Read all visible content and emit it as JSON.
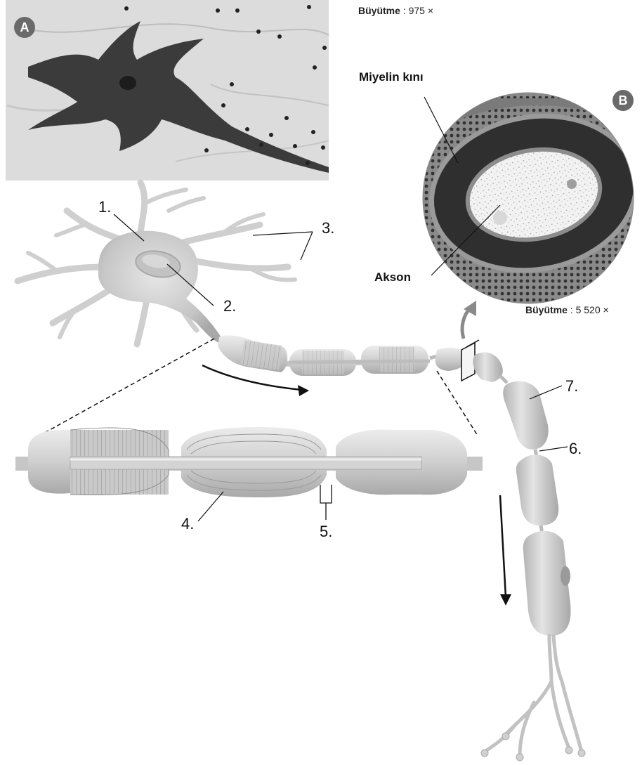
{
  "panel_a": {
    "badge": "A",
    "magnification_label": "Büyütme",
    "magnification_value": ": 975 ×"
  },
  "panel_b": {
    "badge": "B",
    "magnification_label": "Büyütme",
    "magnification_value": ": 5 520 ×",
    "myelin_label": "Miyelin kını",
    "axon_label": "Akson"
  },
  "numbers": {
    "n1": "1.",
    "n2": "2.",
    "n3": "3.",
    "n4": "4.",
    "n5": "5.",
    "n6": "6.",
    "n7": "7."
  }
}
